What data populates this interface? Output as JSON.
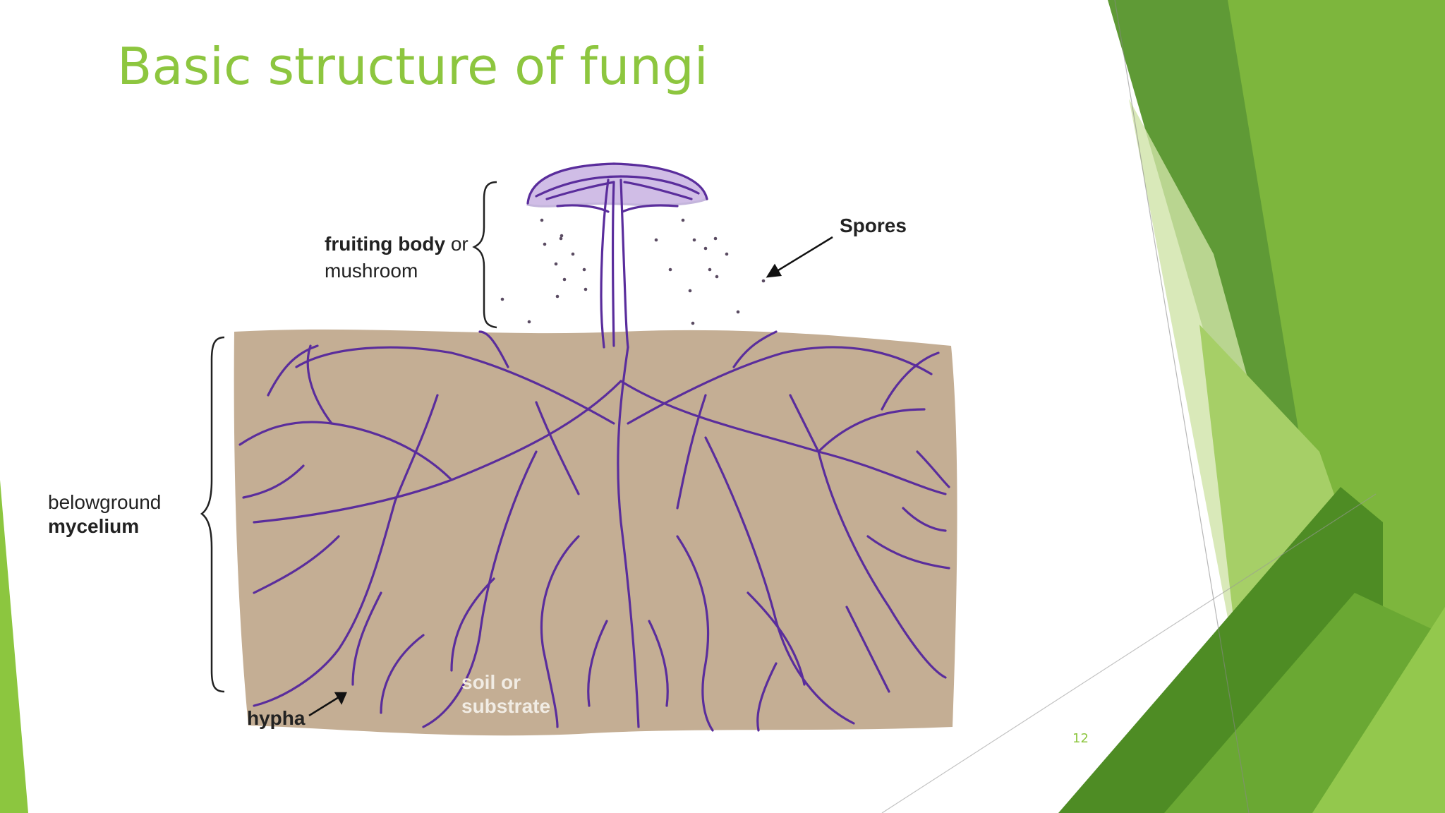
{
  "slide": {
    "title": "Basic structure of fungi",
    "page_number": "12"
  },
  "diagram": {
    "labels": {
      "fruiting_body_bold": "fruiting body",
      "fruiting_body_rest": " or",
      "mushroom": "mushroom",
      "spores": "Spores",
      "belowground": "belowground",
      "mycelium": "mycelium",
      "hypha": "hypha",
      "soil_line1": "soil or",
      "soil_line2": "substrate"
    }
  },
  "colors": {
    "title": "#8dc63f",
    "hyphae": "#5a2d9c",
    "soil": "#c4ae94",
    "green_dark": "#5e9b30",
    "green_mid": "#7ab33a",
    "green_light": "#a4cc62"
  }
}
